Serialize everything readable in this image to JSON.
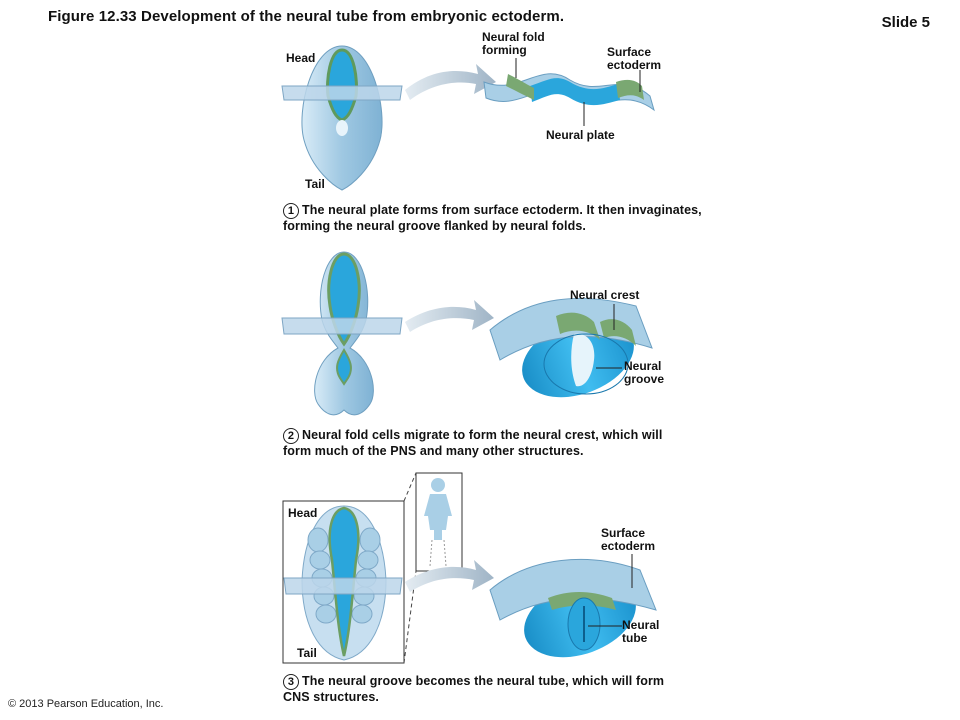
{
  "header": {
    "title": "Figure 12.33  Development of the neural tube from embryonic ectoderm.",
    "slide": "Slide 5"
  },
  "footer": {
    "copyright": "© 2013 Pearson Education, Inc."
  },
  "panel1": {
    "labels": {
      "head": "Head",
      "tail": "Tail",
      "neural_fold_forming": "Neural fold\nforming",
      "surface_ectoderm": "Surface\nectoderm",
      "neural_plate": "Neural plate"
    },
    "step": "1",
    "caption": "The neural plate forms from surface ectoderm. It then invaginates, forming the neural groove flanked by neural folds."
  },
  "panel2": {
    "labels": {
      "neural_crest": "Neural crest",
      "neural_groove": "Neural\ngroove"
    },
    "step": "2",
    "caption": "Neural fold cells migrate to form the neural crest, which will form much of the PNS and many other structures."
  },
  "panel3": {
    "labels": {
      "head": "Head",
      "tail": "Tail",
      "surface_ectoderm": "Surface\nectoderm",
      "neural_tube": "Neural\ntube"
    },
    "step": "3",
    "caption": "The neural groove becomes the neural tube, which will form CNS structures."
  },
  "colors": {
    "ectoderm": "#a9cfe6",
    "neural": "#2aa6dc",
    "fold_green": "#7aa872",
    "arrow": "#b9c9d6"
  }
}
